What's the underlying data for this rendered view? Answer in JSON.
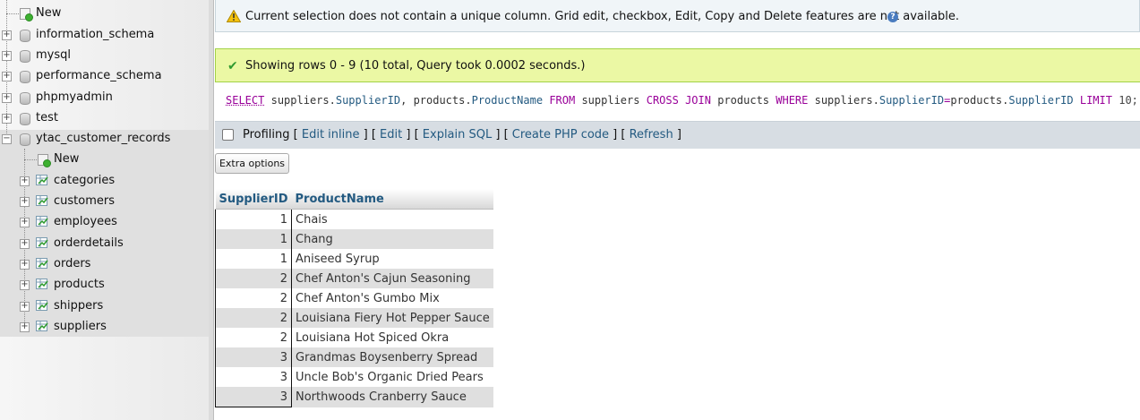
{
  "navigation": {
    "top_new_label": "New",
    "databases": [
      {
        "label": "information_schema"
      },
      {
        "label": "mysql"
      },
      {
        "label": "performance_schema"
      },
      {
        "label": "phpmyadmin"
      },
      {
        "label": "test"
      },
      {
        "label": "ytac_customer_records"
      }
    ],
    "db_new_label": "New",
    "tables": [
      {
        "label": "categories"
      },
      {
        "label": "customers"
      },
      {
        "label": "employees"
      },
      {
        "label": "orderdetails"
      },
      {
        "label": "orders"
      },
      {
        "label": "products"
      },
      {
        "label": "shippers"
      },
      {
        "label": "suppliers"
      }
    ]
  },
  "notice": {
    "text": "Current selection does not contain a unique column. Grid edit, checkbox, Edit, Copy and Delete features are not available.",
    "help_glyph": "?"
  },
  "success": {
    "text": "Showing rows 0 - 9 (10 total, Query took 0.0002 seconds.)"
  },
  "sql": {
    "select": "SELECT",
    "t1": "suppliers.",
    "c1": "SupplierID",
    "comma": ",",
    "t2": "products.",
    "c2": "ProductName",
    "from": "FROM",
    "t3": "suppliers",
    "cross": "CROSS",
    "join": "JOIN",
    "t4": "products",
    "where": "WHERE",
    "t5": "suppliers.",
    "c5": "SupplierID",
    "eq": "=",
    "t6": "products.",
    "c6": "SupplierID",
    "limit": "LIMIT",
    "limit_value": "10;"
  },
  "toolbar": {
    "profiling_label": "Profiling",
    "edit_inline": "Edit inline",
    "edit": "Edit",
    "explain_sql": "Explain SQL",
    "create_php_code": "Create PHP code",
    "refresh": "Refresh"
  },
  "extra_options_label": "Extra options",
  "results": {
    "columns": [
      "SupplierID",
      "ProductName"
    ],
    "rows": [
      {
        "id": "1",
        "name": "Chais"
      },
      {
        "id": "1",
        "name": "Chang"
      },
      {
        "id": "1",
        "name": "Aniseed Syrup"
      },
      {
        "id": "2",
        "name": "Chef Anton's Cajun Seasoning"
      },
      {
        "id": "2",
        "name": "Chef Anton's Gumbo Mix"
      },
      {
        "id": "2",
        "name": "Louisiana Fiery Hot Pepper Sauce"
      },
      {
        "id": "2",
        "name": "Louisiana Hot Spiced Okra"
      },
      {
        "id": "3",
        "name": "Grandmas Boysenberry Spread"
      },
      {
        "id": "3",
        "name": "Uncle Bob's Organic Dried Pears"
      },
      {
        "id": "3",
        "name": "Northwoods Cranberry Sauce"
      }
    ]
  }
}
